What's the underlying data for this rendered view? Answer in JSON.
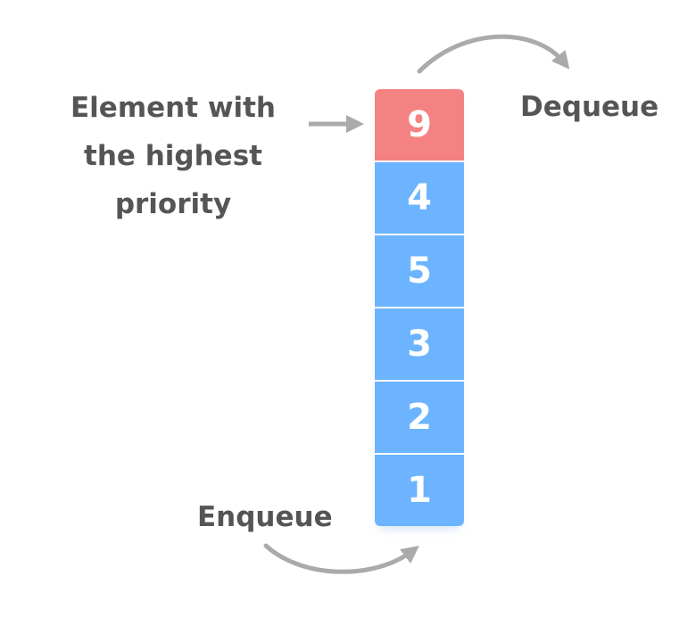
{
  "labels": {
    "highest_priority": "Element with the highest priority",
    "dequeue": "Dequeue",
    "enqueue": "Enqueue"
  },
  "queue": {
    "cells": [
      {
        "value": "9",
        "highlighted": true
      },
      {
        "value": "4",
        "highlighted": false
      },
      {
        "value": "5",
        "highlighted": false
      },
      {
        "value": "3",
        "highlighted": false
      },
      {
        "value": "2",
        "highlighted": false
      },
      {
        "value": "1",
        "highlighted": false
      }
    ]
  },
  "colors": {
    "highlight": "#f58282",
    "cell": "#6cb4ff",
    "arrow": "#aaaaaa",
    "text": "#555555"
  },
  "icons": {
    "pointer": "arrow-right-icon",
    "dequeue": "curved-arrow-icon",
    "enqueue": "curved-arrow-icon"
  }
}
